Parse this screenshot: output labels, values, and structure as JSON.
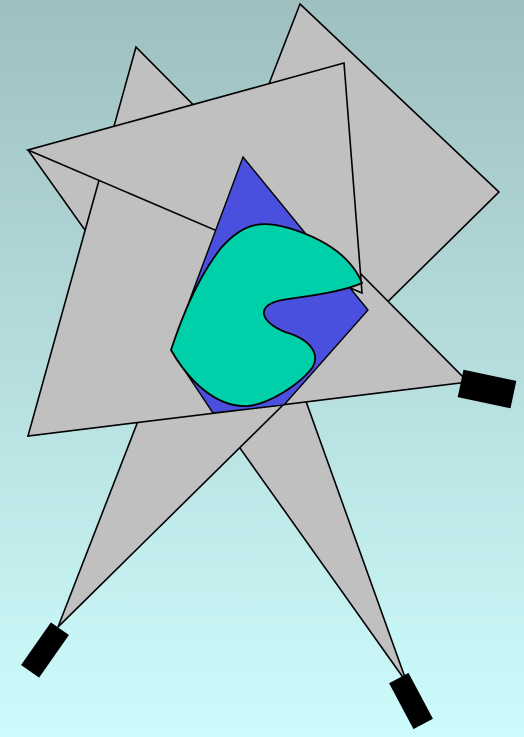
{
  "colors": {
    "background_top": "#9fbfc0",
    "background_bottom": "#cdfcfc",
    "viewing_cone_fill": "#c0c0c0",
    "outline": "#000000",
    "visual_hull_fill": "#4a50dd",
    "object_fill": "#00d0aa",
    "camera_fill": "#000000"
  },
  "diagram": {
    "cameras": [
      {
        "name": "camera-bottom-left"
      },
      {
        "name": "camera-bottom-right"
      },
      {
        "name": "camera-right"
      }
    ],
    "regions": [
      "viewing-cone",
      "visual-hull",
      "object"
    ]
  }
}
